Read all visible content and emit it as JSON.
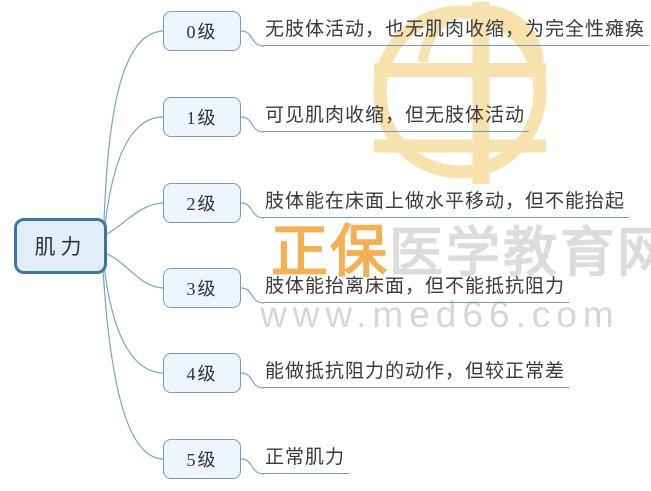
{
  "diagram": {
    "type": "mindmap",
    "root_label": "肌力",
    "branches": [
      {
        "level": "0级",
        "desc": "无肢体活动，也无肌肉收缩，为完全性瘫痪"
      },
      {
        "level": "1级",
        "desc": "可见肌肉收缩，但无肢体活动"
      },
      {
        "level": "2级",
        "desc": "肢体能在床面上做水平移动，但不能抬起"
      },
      {
        "level": "3级",
        "desc": "肢体能抬离床面，但不能抵抗阻力"
      },
      {
        "level": "4级",
        "desc": "能做抵抗阻力的动作，但较正常差"
      },
      {
        "level": "5级",
        "desc": "正常肌力"
      }
    ]
  },
  "watermark": {
    "brand_highlight": "正保",
    "brand_rest": "医学教育网",
    "url": "www.med66.com",
    "logo": "med66-circle-cross-logo"
  },
  "colors": {
    "branch_line": "#7aa5c6",
    "node_border": "#6f9fc4",
    "node_fill": "#eef4fb",
    "root_border": "#3a78a4",
    "root_fill": "#e1edf9",
    "text": "#3a3a3a",
    "watermark_gold": "#f5b054",
    "watermark_pale_gold": "#f7e2ae",
    "watermark_gray": "#dcdcdc"
  }
}
